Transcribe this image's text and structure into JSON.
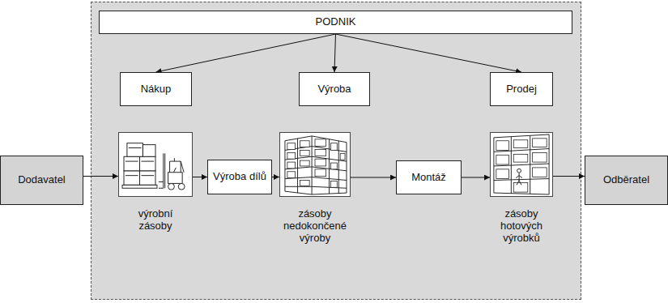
{
  "diagram": {
    "nodes": [
      {
        "text": [
          "PODNIK"
        ]
      },
      {
        "text": [
          "Nákup"
        ]
      },
      {
        "text": [
          "Výroba"
        ]
      },
      {
        "text": [
          "Prodej"
        ]
      },
      {
        "text": [
          "Dodavatel"
        ]
      },
      {
        "text": [
          "výrobní zásoby"
        ]
      },
      {
        "text": [
          "Výroba dílů"
        ]
      },
      {
        "text": [
          "zásoby nedokončené výroby"
        ]
      },
      {
        "text": [
          "Montáž"
        ]
      },
      {
        "text": [
          "zásoby hotových výrobků"
        ]
      },
      {
        "text": [
          "Odběratel"
        ]
      }
    ],
    "edges": [
      {
        "from": 0,
        "to": 1,
        "arrow": "to"
      },
      {
        "from": 0,
        "to": 2,
        "arrow": "to"
      },
      {
        "from": 0,
        "to": 3,
        "arrow": "to"
      },
      {
        "from": 4,
        "to": 5,
        "arrow": "to"
      },
      {
        "from": 5,
        "to": 6,
        "arrow": "to"
      },
      {
        "from": 6,
        "to": 7,
        "arrow": "to"
      },
      {
        "from": 7,
        "to": 8,
        "arrow": "to"
      },
      {
        "from": 8,
        "to": 9,
        "arrow": "to"
      },
      {
        "from": 9,
        "to": 10,
        "arrow": "to"
      }
    ]
  }
}
